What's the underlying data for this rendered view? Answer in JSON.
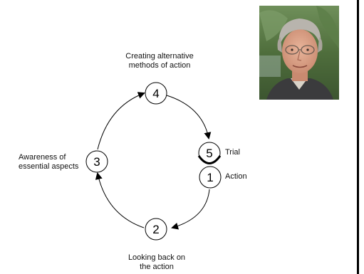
{
  "cycle": {
    "nodes": [
      {
        "number": "1",
        "label_lines": [
          "Action"
        ]
      },
      {
        "number": "2",
        "label_lines": [
          "Looking back on",
          "the action"
        ]
      },
      {
        "number": "3",
        "label_lines": [
          "Awareness of",
          "essential aspects"
        ]
      },
      {
        "number": "4",
        "label_lines": [
          "Creating alternative",
          "methods of action"
        ]
      },
      {
        "number": "5",
        "label_lines": [
          "Trial"
        ]
      }
    ]
  },
  "photo": {
    "description_icon": "portrait-photo-icon"
  },
  "colors": {
    "line": "#000000",
    "node_fill": "#ffffff"
  }
}
